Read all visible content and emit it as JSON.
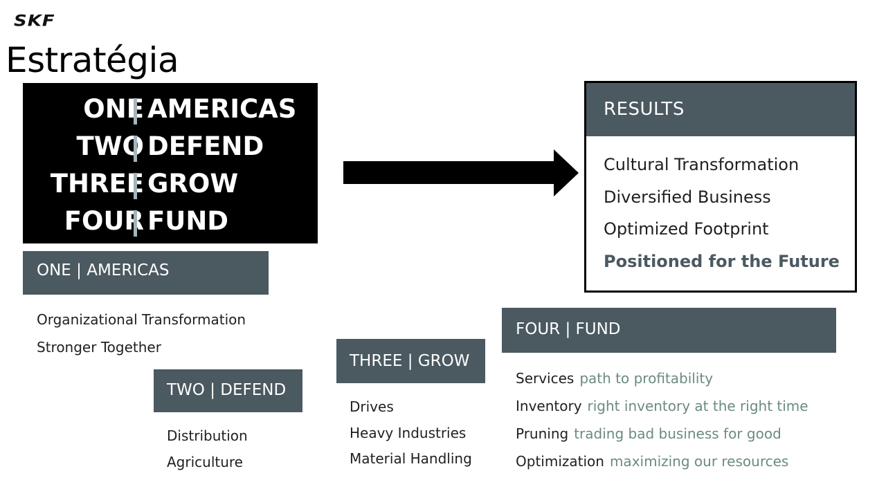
{
  "logo": "SKF",
  "title": "Estratégia",
  "pillars": [
    {
      "num": "ONE",
      "name": "AMERICAS"
    },
    {
      "num": "TWO",
      "name": "DEFEND"
    },
    {
      "num": "THREE",
      "name": "GROW"
    },
    {
      "num": "FOUR",
      "name": "FUND"
    }
  ],
  "results": {
    "title": "RESULTS",
    "items": [
      "Cultural Transformation",
      "Diversified Business",
      "Optimized Footprint",
      "Positioned for the Future"
    ]
  },
  "sections": {
    "one": {
      "header": "ONE | AMERICAS",
      "items": [
        "Organizational Transformation",
        "Stronger Together"
      ]
    },
    "two": {
      "header": "TWO | DEFEND",
      "items": [
        "Distribution",
        "Agriculture"
      ]
    },
    "three": {
      "header": "THREE | GROW",
      "items": [
        "Drives",
        "Heavy Industries",
        "Material Handling"
      ]
    },
    "four": {
      "header": "FOUR | FUND",
      "items": [
        {
          "label": "Services",
          "detail": "path to profitability"
        },
        {
          "label": "Inventory",
          "detail": "right inventory at the right time"
        },
        {
          "label": "Pruning",
          "detail": "trading bad business for good"
        },
        {
          "label": "Optimization",
          "detail": "maximizing our resources"
        }
      ]
    }
  },
  "colors": {
    "header_bg": "#4b5960",
    "detail_text": "#6b8a80",
    "divider": "#a6b5bc"
  }
}
